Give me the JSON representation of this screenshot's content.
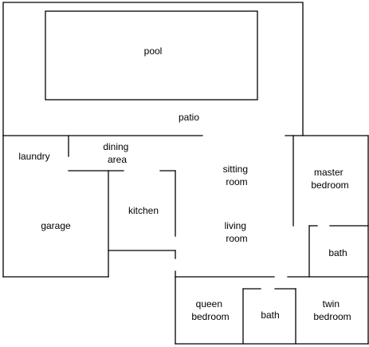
{
  "diagram": {
    "type": "floor-plan",
    "rooms": [
      {
        "id": "pool",
        "lines": [
          "pool"
        ]
      },
      {
        "id": "patio",
        "lines": [
          "patio"
        ]
      },
      {
        "id": "laundry",
        "lines": [
          "laundry"
        ]
      },
      {
        "id": "dining-area",
        "lines": [
          "dining",
          "area"
        ]
      },
      {
        "id": "sitting-room",
        "lines": [
          "sitting",
          "room"
        ]
      },
      {
        "id": "master-bedroom",
        "lines": [
          "master",
          "bedroom"
        ]
      },
      {
        "id": "garage",
        "lines": [
          "garage"
        ]
      },
      {
        "id": "kitchen",
        "lines": [
          "kitchen"
        ]
      },
      {
        "id": "living-room",
        "lines": [
          "living",
          "room"
        ]
      },
      {
        "id": "master-bath",
        "lines": [
          "bath"
        ]
      },
      {
        "id": "queen-bedroom",
        "lines": [
          "queen",
          "bedroom"
        ]
      },
      {
        "id": "hall-bath",
        "lines": [
          "bath"
        ]
      },
      {
        "id": "twin-bedroom",
        "lines": [
          "twin",
          "bedroom"
        ]
      }
    ]
  }
}
